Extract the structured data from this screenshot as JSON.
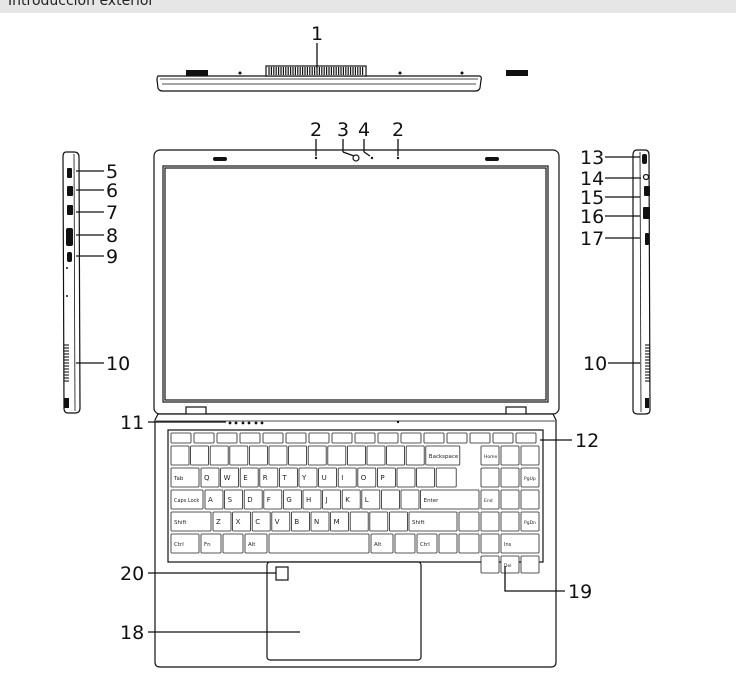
{
  "header": {
    "title": "Introducción exterior"
  },
  "callouts": [
    {
      "id": "c1",
      "label": "1"
    },
    {
      "id": "c2a",
      "label": "2"
    },
    {
      "id": "c3",
      "label": "3"
    },
    {
      "id": "c4",
      "label": "4"
    },
    {
      "id": "c2b",
      "label": "2"
    },
    {
      "id": "c5",
      "label": "5"
    },
    {
      "id": "c6",
      "label": "6"
    },
    {
      "id": "c7",
      "label": "7"
    },
    {
      "id": "c8",
      "label": "8"
    },
    {
      "id": "c9",
      "label": "9"
    },
    {
      "id": "c10a",
      "label": "10"
    },
    {
      "id": "c11",
      "label": "11"
    },
    {
      "id": "c12",
      "label": "12"
    },
    {
      "id": "c13",
      "label": "13"
    },
    {
      "id": "c14",
      "label": "14"
    },
    {
      "id": "c15",
      "label": "15"
    },
    {
      "id": "c16",
      "label": "16"
    },
    {
      "id": "c17",
      "label": "17"
    },
    {
      "id": "c10b",
      "label": "10"
    },
    {
      "id": "c18",
      "label": "18"
    },
    {
      "id": "c19",
      "label": "19"
    },
    {
      "id": "c20",
      "label": "20"
    }
  ],
  "keyboard": {
    "labels": {
      "backspace": "Backspace",
      "tab": "Tab",
      "caps": "Caps Lock",
      "enter": "Enter",
      "shift_left": "Shift",
      "shift_right": "Shift",
      "ctrl_left": "Ctrl",
      "fn": "Fn",
      "alt_left": "Alt",
      "alt_right": "Alt",
      "ctrl_right": "Ctrl",
      "home": "Home",
      "end": "End",
      "pgup": "PgUp",
      "pgdn": "PgDn",
      "ins": "Ins",
      "del": "Del"
    },
    "rows": [
      [
        "Q",
        "W",
        "E",
        "R",
        "T",
        "Y",
        "U",
        "I",
        "O",
        "P"
      ],
      [
        "A",
        "S",
        "D",
        "F",
        "G",
        "H",
        "J",
        "K",
        "L"
      ],
      [
        "Z",
        "X",
        "C",
        "V",
        "B",
        "N",
        "M"
      ]
    ]
  }
}
